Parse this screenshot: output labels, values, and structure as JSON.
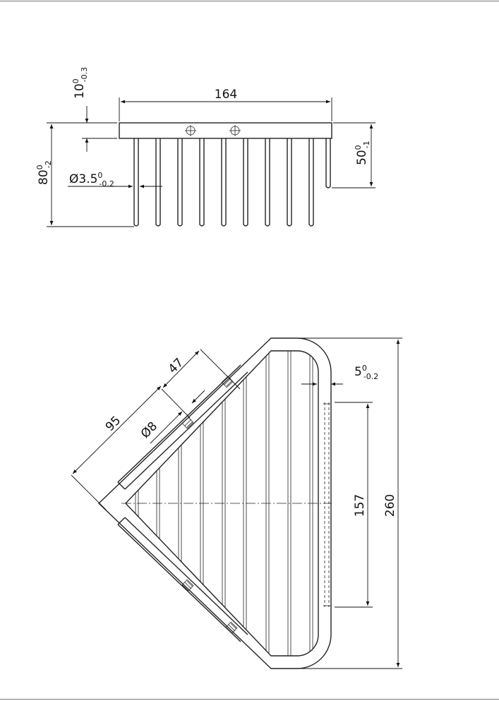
{
  "colors": {
    "line": "#222222",
    "background": "#ffffff",
    "frame": "#777777"
  },
  "front_view": {
    "width": {
      "value": "164"
    },
    "top_offset": {
      "base": "10",
      "upper": "0",
      "lower": "-0.3"
    },
    "total_height": {
      "base": "80",
      "upper": "0",
      "lower": "-2"
    },
    "rod_diameter": {
      "base": "Ø3.5",
      "upper": "0",
      "lower": "-0.2"
    },
    "back_height": {
      "base": "50",
      "upper": "0",
      "lower": "-1"
    }
  },
  "top_view": {
    "side_a": {
      "value": "47"
    },
    "side_b": {
      "value": "95"
    },
    "hole": {
      "value": "Ø8"
    },
    "rim": {
      "base": "5",
      "upper": "0",
      "lower": "-0.2"
    },
    "inner": {
      "value": "157"
    },
    "overall": {
      "value": "260"
    }
  }
}
